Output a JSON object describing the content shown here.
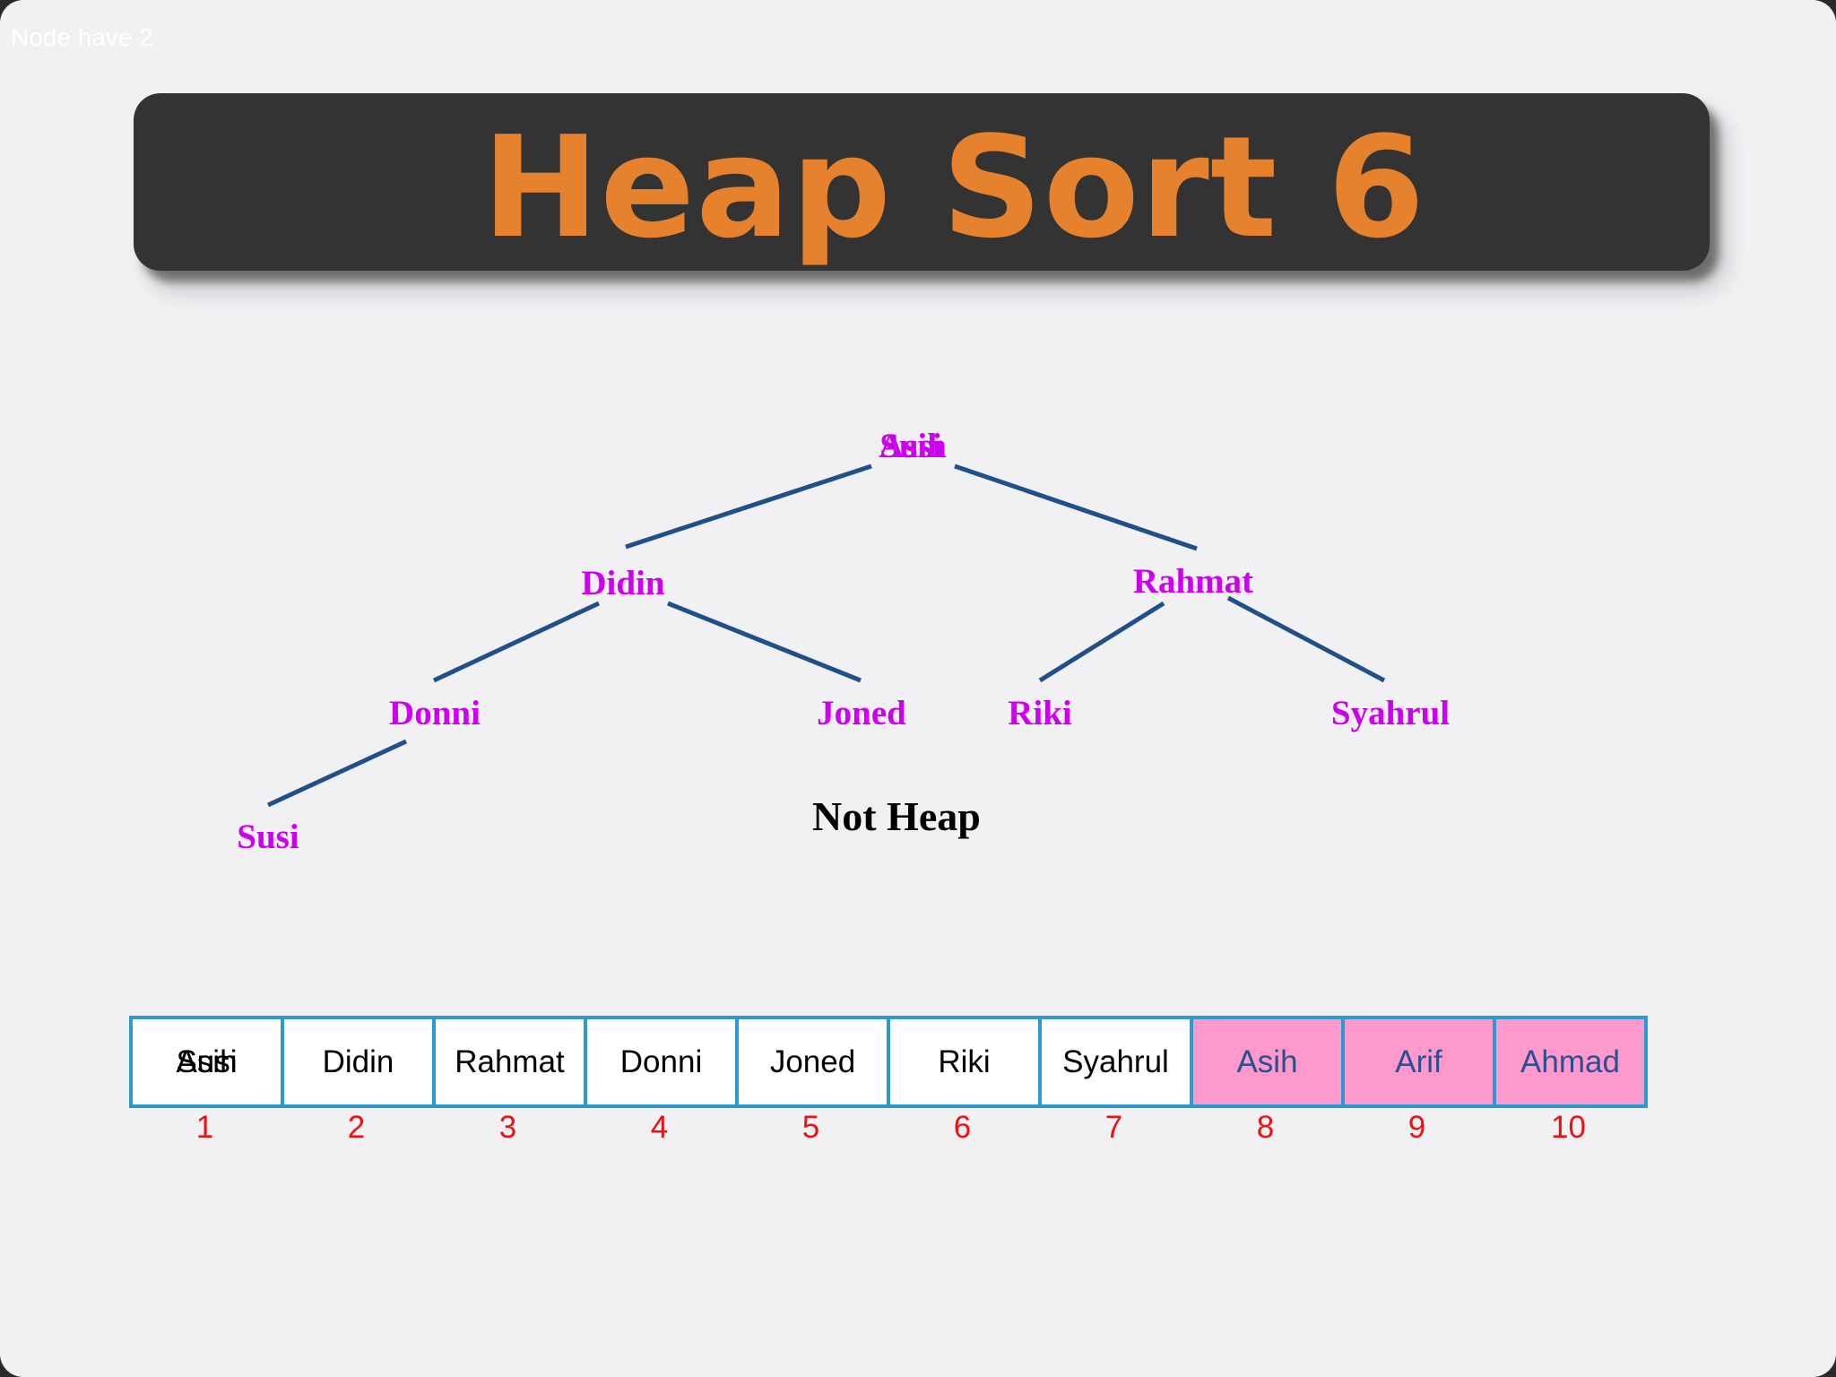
{
  "corner_note": "Node have 2",
  "title": "Heap Sort 6",
  "status": "Not Heap",
  "colors": {
    "title": "#e6812e",
    "banner": "#333333",
    "node_text": "#cc00ee",
    "edge": "#1f5089",
    "array_border": "#2a9ad1",
    "sorted_fill": "#fe99cc",
    "sorted_text": "#2c4e93",
    "index_text": "#ee1111"
  },
  "tree": {
    "root_overlap": [
      "Asih",
      "Susi"
    ],
    "nodes": [
      "Didin",
      "Rahmat",
      "Donni",
      "Joned",
      "Riki",
      "Syahrul",
      "Susi"
    ]
  },
  "array": {
    "first_cell_overlap": [
      "Asih",
      "Susi"
    ],
    "cells": [
      {
        "label": "Didin",
        "sorted": false
      },
      {
        "label": "Rahmat",
        "sorted": false
      },
      {
        "label": "Donni",
        "sorted": false
      },
      {
        "label": "Joned",
        "sorted": false
      },
      {
        "label": "Riki",
        "sorted": false
      },
      {
        "label": "Syahrul",
        "sorted": false
      },
      {
        "label": "Asih",
        "sorted": true
      },
      {
        "label": "Arif",
        "sorted": true
      },
      {
        "label": "Ahmad",
        "sorted": true
      }
    ],
    "indices": [
      "1",
      "2",
      "3",
      "4",
      "5",
      "6",
      "7",
      "8",
      "9",
      "10"
    ]
  }
}
